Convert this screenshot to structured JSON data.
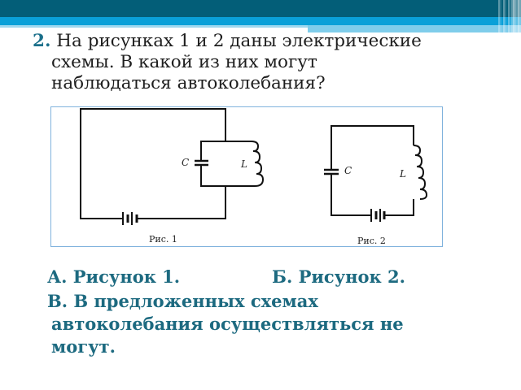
{
  "theme": {
    "header_dark": "#035e78",
    "header_blue": "#0aa0d8",
    "header_light": "#7fcdeb",
    "accent_text": "#1d6a80"
  },
  "question": {
    "number": "2.",
    "line1": " На рисунках 1 и 2 даны электрические",
    "line2": "схемы. В какой из них могут",
    "line3": "наблюдаться автоколебания?"
  },
  "figure": {
    "circuit1": {
      "caption": "Рис.   1",
      "capacitor_label": "C",
      "inductor_label": "L"
    },
    "circuit2": {
      "caption": "Рис.   2",
      "capacitor_label": "C",
      "inductor_label": "L"
    }
  },
  "answers": {
    "a": "А. Рисунок 1.",
    "b": "Б. Рисунок 2.",
    "c_line1": "В. В предложенных схемах",
    "c_line2": "автоколебания осуществляться не",
    "c_line3": "могут."
  }
}
